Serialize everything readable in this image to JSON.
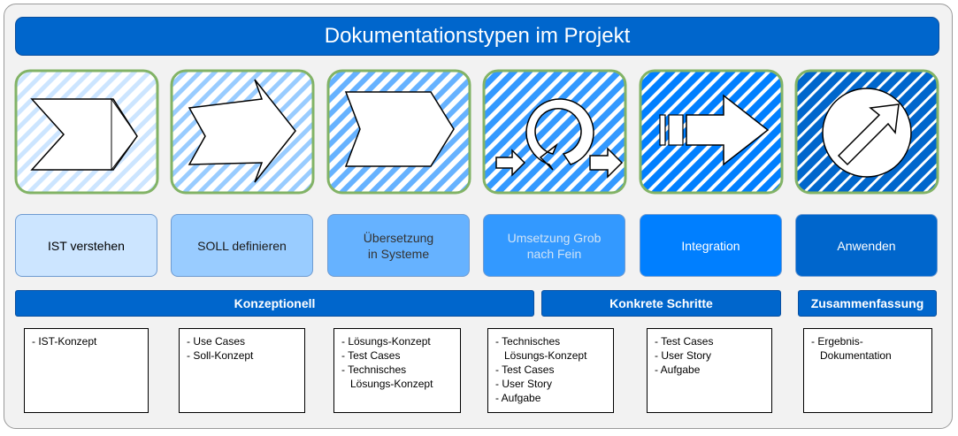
{
  "title": "Dokumentationstypen im Projekt",
  "icons": [
    "chevron-arrow-icon",
    "forward-arrow-icon",
    "pentagon-arrow-icon",
    "refresh-cycle-icon",
    "integration-arrow-icon",
    "apply-arrow-icon"
  ],
  "steps": [
    {
      "label": "IST verstehen",
      "bg": "#cce5ff",
      "color": "#000000"
    },
    {
      "label": "SOLL definieren",
      "bg": "#99ccff",
      "color": "#1a1a1a"
    },
    {
      "label": "Übersetzung\nin Systeme",
      "bg": "#66b2ff",
      "color": "#333333"
    },
    {
      "label": "Umsetzung Grob\nnach Fein",
      "bg": "#3399ff",
      "color": "#cfe3f7"
    },
    {
      "label": "Integration",
      "bg": "#007fff",
      "color": "#ffffff"
    },
    {
      "label": "Anwenden",
      "bg": "#0066cc",
      "color": "#ffffff"
    }
  ],
  "phases": [
    {
      "label": "Konzeptionell"
    },
    {
      "label": "Konkrete Schritte"
    },
    {
      "label": "Zusammenfassung"
    }
  ],
  "docs": [
    {
      "lines": [
        "- IST-Konzept"
      ]
    },
    {
      "lines": [
        "- Use Cases",
        "- Soll-Konzept"
      ]
    },
    {
      "lines": [
        "- Lösungs-Konzept",
        "- Test Cases",
        "- Technisches",
        "   Lösungs-Konzept"
      ]
    },
    {
      "lines": [
        "- Technisches",
        "   Lösungs-Konzept",
        "- Test Cases",
        "- User Story",
        "- Aufgabe"
      ]
    },
    {
      "lines": [
        "- Test Cases",
        "- User Story",
        "- Aufgabe"
      ]
    },
    {
      "lines": [
        "- Ergebnis-",
        "   Dokumentation"
      ]
    }
  ],
  "colors": {
    "primary": "#0066cc",
    "border_green": "#82b366",
    "frame": "#f2f2f2"
  }
}
